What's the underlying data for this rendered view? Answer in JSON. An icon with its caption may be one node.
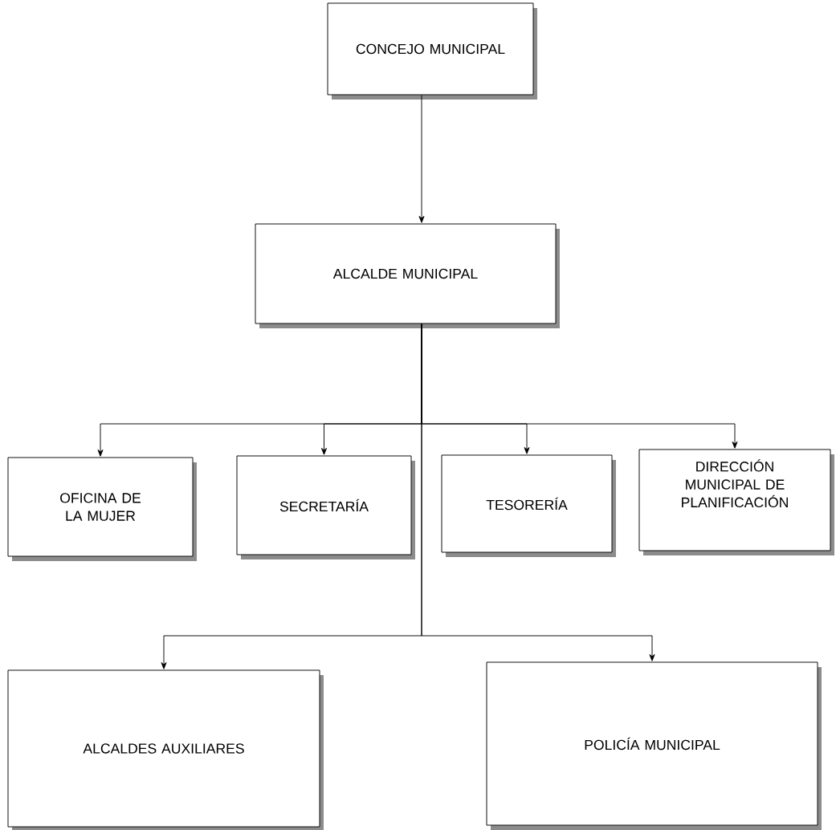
{
  "diagram": {
    "nodes": [
      {
        "text": [
          "CONCEJO MUNICIPAL"
        ]
      },
      {
        "text": [
          "ALCALDE MUNICIPAL"
        ]
      },
      {
        "text": [
          "OFICINA DE LA MUJER"
        ]
      },
      {
        "text": [
          "SECRETARÍA"
        ]
      },
      {
        "text": [
          "TESORERÍA"
        ]
      },
      {
        "text": [
          "DIRECCIÓN MUNICIPAL DE PLANIFICACIÓN"
        ]
      },
      {
        "text": [
          "ALCALDES AUXILIARES"
        ]
      },
      {
        "text": [
          "POLICÍA MUNICIPAL"
        ]
      }
    ],
    "edges": [
      {
        "from": 0,
        "to": 1,
        "arrow": "to"
      },
      {
        "from": 1,
        "to": 2,
        "arrow": "to"
      },
      {
        "from": 1,
        "to": 3,
        "arrow": "to"
      },
      {
        "from": 1,
        "to": 4,
        "arrow": "to"
      },
      {
        "from": 1,
        "to": 5,
        "arrow": "to"
      },
      {
        "from": 1,
        "to": 6,
        "arrow": "to"
      },
      {
        "from": 1,
        "to": 7,
        "arrow": "to"
      }
    ]
  }
}
